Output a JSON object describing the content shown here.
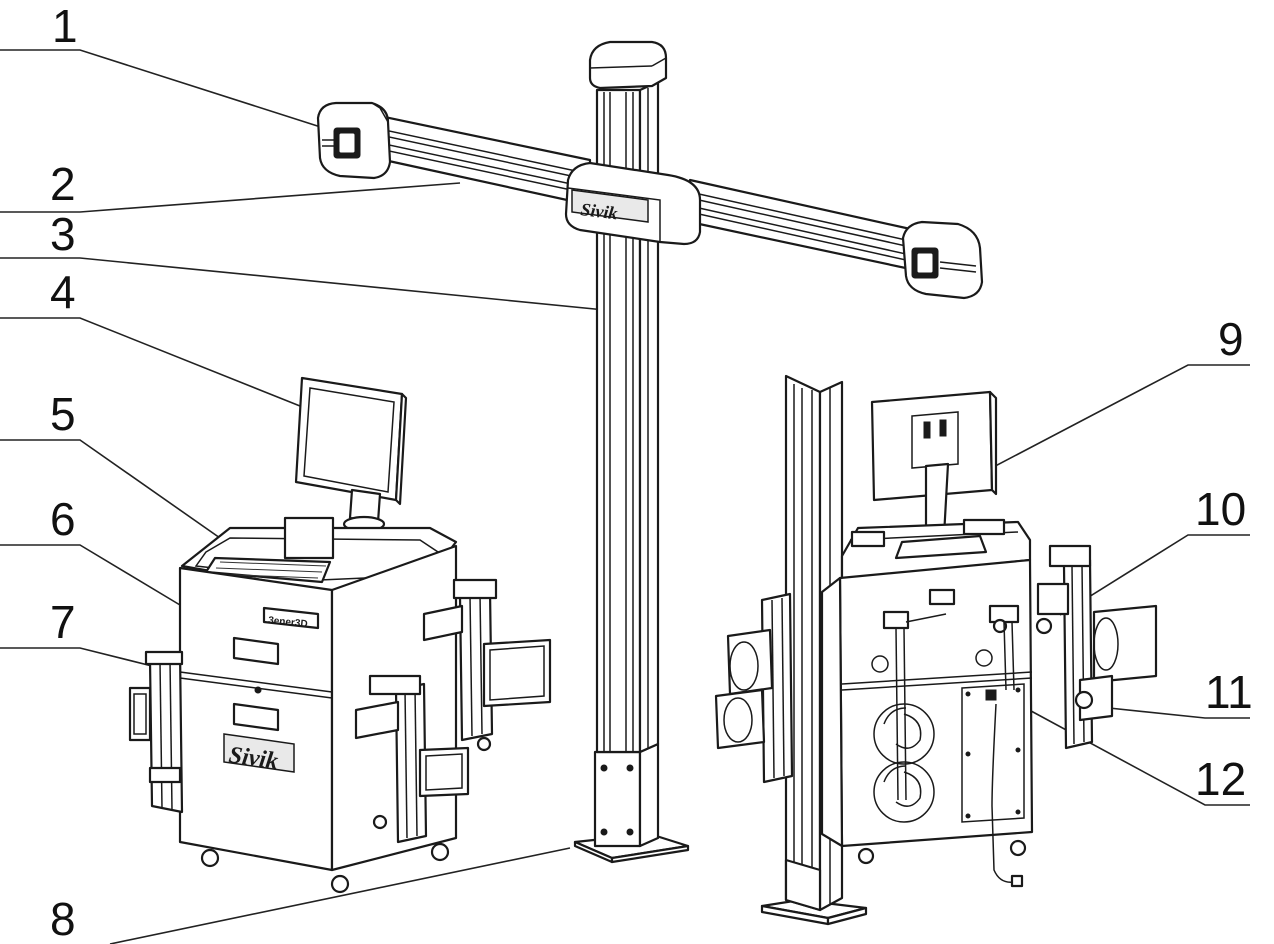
{
  "callouts": [
    {
      "id": "1",
      "label": "1"
    },
    {
      "id": "2",
      "label": "2"
    },
    {
      "id": "3",
      "label": "3"
    },
    {
      "id": "4",
      "label": "4"
    },
    {
      "id": "5",
      "label": "5"
    },
    {
      "id": "6",
      "label": "6"
    },
    {
      "id": "7",
      "label": "7"
    },
    {
      "id": "8",
      "label": "8"
    },
    {
      "id": "9",
      "label": "9"
    },
    {
      "id": "10",
      "label": "10"
    },
    {
      "id": "11",
      "label": "11"
    },
    {
      "id": "12",
      "label": "12"
    }
  ],
  "branding": {
    "crossbar_logo": "Sivik",
    "cabinet_logo": "Sivik",
    "cabinet_badge": "3ener3D"
  }
}
